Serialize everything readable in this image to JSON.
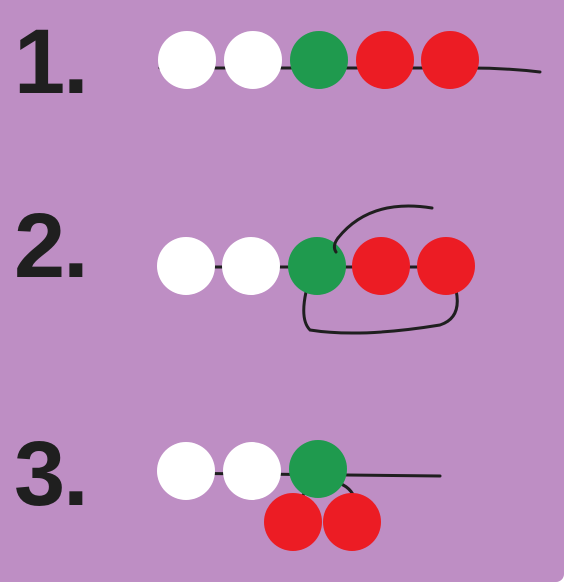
{
  "steps": [
    {
      "label": "1."
    },
    {
      "label": "2."
    },
    {
      "label": "3."
    }
  ],
  "colors": {
    "background": "#be8ec4",
    "white_bead": "#ffffff",
    "green_bead": "#1f9a4e",
    "red_bead": "#ec1c24",
    "string": "#1f1f1f",
    "numbers": "#1f1f1f"
  },
  "beads": {
    "order": [
      "white",
      "white",
      "green",
      "red",
      "red"
    ]
  }
}
